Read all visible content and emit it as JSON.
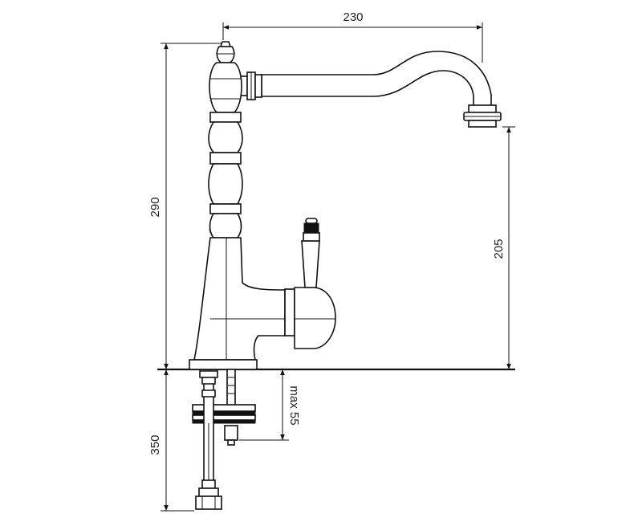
{
  "dimensions": {
    "spout_reach": "230",
    "total_height": "290",
    "spout_height": "205",
    "below_counter": "350",
    "max_thickness": "max 55"
  },
  "colors": {
    "line": "#111111",
    "background": "#ffffff"
  }
}
